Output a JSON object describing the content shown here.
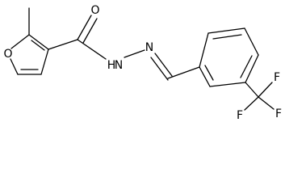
{
  "molecule": {
    "atoms": {
      "furan_oxygen": "O",
      "carbonyl_oxygen": "O",
      "amide_nitrogen": "N",
      "amide_hydrogen": "H",
      "imine_nitrogen": "N",
      "fluorine_1": "F",
      "fluorine_2": "F",
      "fluorine_3": "F"
    },
    "colors": {
      "bond": "#000000",
      "label": "#000000",
      "background": "#ffffff"
    }
  }
}
